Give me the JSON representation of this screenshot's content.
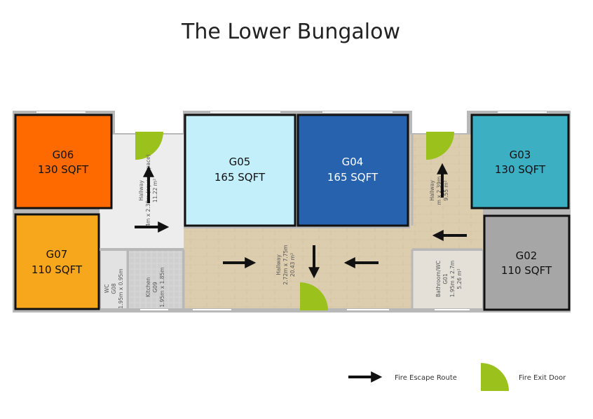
{
  "title": "The Lower Bungalow",
  "colors": {
    "g06": "#ff6a00",
    "g07": "#f7a71b",
    "g05": "#c2effa",
    "g04": "#2662ae",
    "g03": "#3cb0c2",
    "g02": "#a6a6a6",
    "exit_door": "#9bc21c",
    "wall": "#b8b8b8",
    "floor_wood": "#dccdaf",
    "floor_tile": "#e6e6e6"
  },
  "rooms": {
    "g06": {
      "code": "G06",
      "area": "130 SQFT"
    },
    "g07": {
      "code": "G07",
      "area": "110 SQFT"
    },
    "g05": {
      "code": "G05",
      "area": "165 SQFT"
    },
    "g04": {
      "code": "G04",
      "area": "165 SQFT"
    },
    "g03": {
      "code": "G03",
      "area": "130 SQFT"
    },
    "g02": {
      "code": "G02",
      "area": "110 SQFT"
    }
  },
  "labels": {
    "hallway_left": {
      "l1": "Hallway",
      "l2": "4m x 2.39m (square space)",
      "l3": "11.22 m²"
    },
    "hallway_right": {
      "l1": "Hallway",
      "l2": "m x 2.39m",
      "l3": "9.55 m²"
    },
    "hallway_center": {
      "l1": "Hallway",
      "l2": "2.72m x 7.75m",
      "l3": "20.43 m²"
    },
    "wc": {
      "l1": "WC",
      "l2": "G08",
      "l3": "1.95m x 0.95m"
    },
    "kitchen": {
      "l1": "Kitchen",
      "l2": "G09",
      "l3": "1.95m x 1.85m"
    },
    "bathroom": {
      "l1": "Bathroom/WC",
      "l2": "G01",
      "l3": "1.95m x 2.7m",
      "l4": "5.26 m²"
    }
  },
  "legend": {
    "route": "Fire Escape Route",
    "door": "Fire Exit Door"
  }
}
